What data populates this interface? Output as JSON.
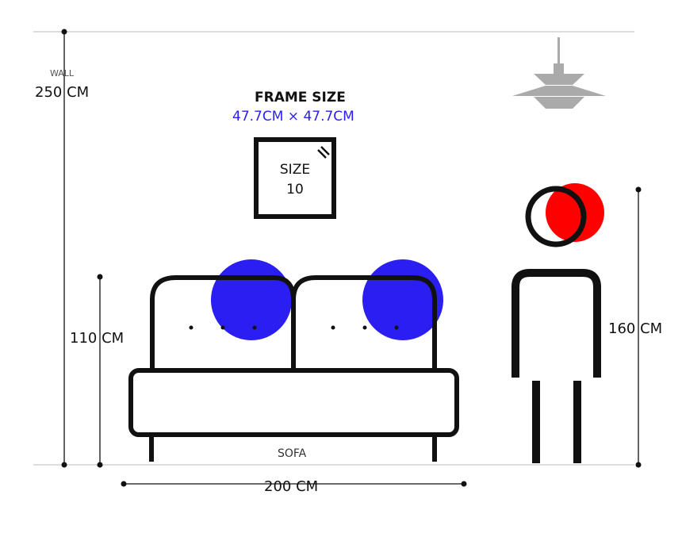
{
  "wall": {
    "label": "WALL",
    "height": "250 CM"
  },
  "frame": {
    "title": "FRAME SIZE",
    "dimensions": "47.7CM × 47.7CM",
    "size_label": "SIZE",
    "size_value": "10"
  },
  "sofa": {
    "label": "SOFA",
    "height": "110 CM",
    "width": "200 CM"
  },
  "person": {
    "height": "160 CM"
  },
  "colors": {
    "accent": "#2a1ff0",
    "head": "#ff0000",
    "line": "#111111",
    "lamp": "#aaaaaa"
  }
}
